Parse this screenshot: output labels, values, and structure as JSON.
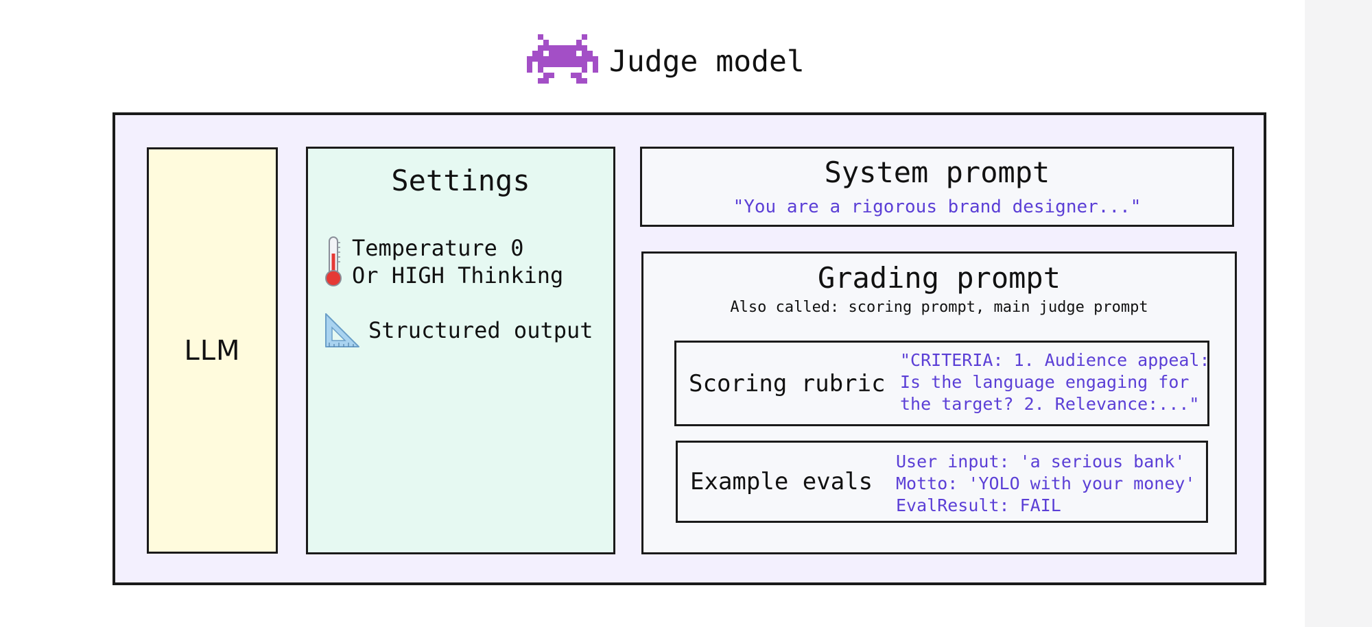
{
  "header": {
    "title": "Judge model",
    "icon": "alien-monster-icon",
    "icon_color": "#a34fc6"
  },
  "llm": {
    "label": "LLM",
    "color": "#fffbdd"
  },
  "settings": {
    "title": "Settings",
    "color": "#e6f9f2",
    "items": [
      {
        "icon": "thermometer-icon",
        "lines": [
          "Temperature 0",
          "Or HIGH Thinking"
        ]
      },
      {
        "icon": "triangular-ruler-icon",
        "lines": [
          "Structured output"
        ]
      }
    ]
  },
  "system_prompt": {
    "title": "System prompt",
    "example": "\"You are a rigorous brand designer...\""
  },
  "grading_prompt": {
    "title": "Grading prompt",
    "subtitle": "Also called: scoring prompt, main judge prompt",
    "scoring_rubric": {
      "label": "Scoring rubric",
      "lines": [
        "\"CRITERIA: 1. Audience appeal:",
        "Is the language engaging for",
        "the target? 2. Relevance:...\""
      ]
    },
    "example_evals": {
      "label": "Example evals",
      "lines": [
        "User input: 'a serious bank'",
        "Motto: 'YOLO with your money'",
        "EvalResult: FAIL"
      ]
    }
  },
  "colors": {
    "outer_background": "#f3f0fe",
    "example_text": "#5b3fd6",
    "border": "#1a1a1a"
  }
}
